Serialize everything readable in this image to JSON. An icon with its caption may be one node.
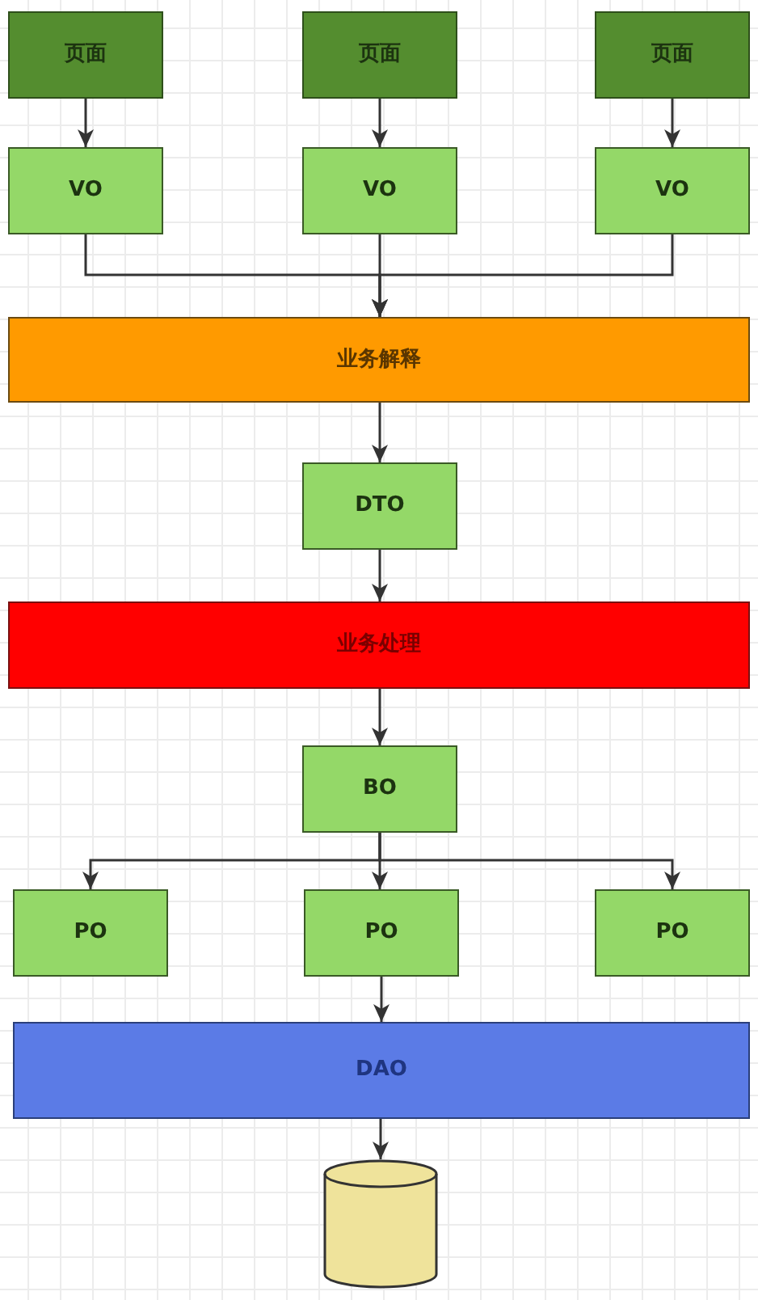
{
  "diagram": {
    "nodes": [
      {
        "text": [
          "页面"
        ]
      },
      {
        "text": [
          "页面"
        ]
      },
      {
        "text": [
          "页面"
        ]
      },
      {
        "text": [
          "VO"
        ]
      },
      {
        "text": [
          "VO"
        ]
      },
      {
        "text": [
          "VO"
        ]
      },
      {
        "text": [
          "业务解释"
        ]
      },
      {
        "text": [
          "DTO"
        ]
      },
      {
        "text": [
          "业务处理"
        ]
      },
      {
        "text": [
          "BO"
        ]
      },
      {
        "text": [
          "PO"
        ]
      },
      {
        "text": [
          "PO"
        ]
      },
      {
        "text": [
          "PO"
        ]
      },
      {
        "text": [
          "DAO"
        ]
      },
      {
        "text": [],
        "shape": "cylinder"
      }
    ],
    "edges": [
      {
        "from": 0,
        "to": 3,
        "arrow": "to"
      },
      {
        "from": 1,
        "to": 4,
        "arrow": "to"
      },
      {
        "from": 2,
        "to": 5,
        "arrow": "to"
      },
      {
        "from": 3,
        "to": 6,
        "arrow": "to"
      },
      {
        "from": 4,
        "to": 6,
        "arrow": "to"
      },
      {
        "from": 5,
        "to": 6,
        "arrow": "to"
      },
      {
        "from": 6,
        "to": 7,
        "arrow": "to"
      },
      {
        "from": 7,
        "to": 8,
        "arrow": "to"
      },
      {
        "from": 8,
        "to": 9,
        "arrow": "to"
      },
      {
        "from": 9,
        "to": 10,
        "arrow": "to"
      },
      {
        "from": 9,
        "to": 11,
        "arrow": "to"
      },
      {
        "from": 9,
        "to": 12,
        "arrow": "to"
      },
      {
        "from": 11,
        "to": 13,
        "arrow": "to"
      },
      {
        "from": 13,
        "to": 14,
        "arrow": "to"
      }
    ]
  }
}
